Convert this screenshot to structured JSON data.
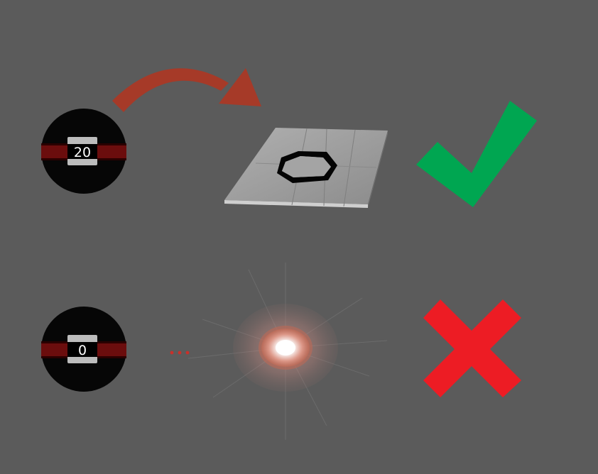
{
  "rows": [
    {
      "counter_value": "20",
      "outcome": "success",
      "outcome_icon": "checkmark-icon",
      "result_object": "plate-with-hole"
    },
    {
      "counter_value": "0",
      "outcome": "failure",
      "outcome_icon": "cross-icon",
      "result_object": "light-flash"
    }
  ],
  "colors": {
    "background": "#5b5b5b",
    "arrow": "#a63a28",
    "check": "#00a651",
    "cross": "#ed1c24",
    "bomb_body": "#060606",
    "bomb_band": "#6b0d0d",
    "plate": "#9a9a9a",
    "ellipsis": "#c8302a"
  }
}
